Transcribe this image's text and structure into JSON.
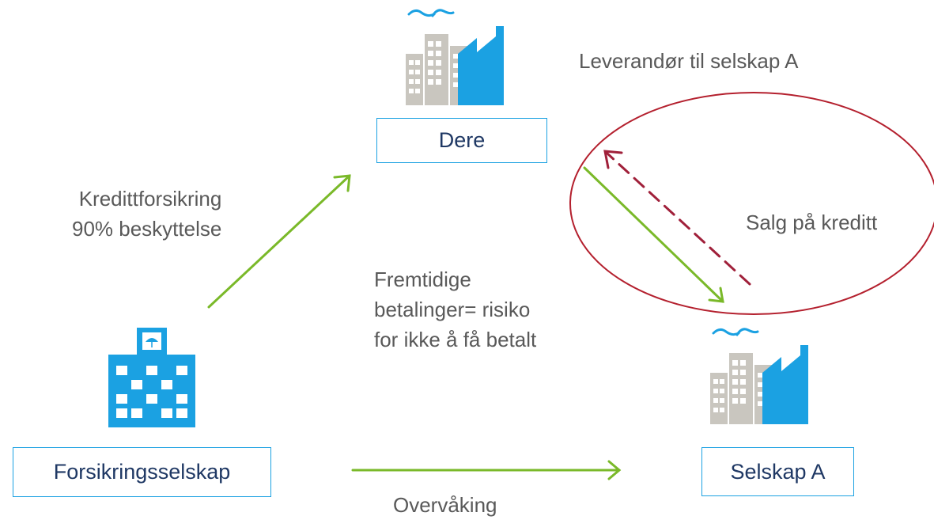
{
  "nodes": {
    "dere": "Dere",
    "insurer": "Forsikringsselskap",
    "company_a": "Selskap A"
  },
  "labels": {
    "supplier": "Leverandør til selskap A",
    "credit_insurance_line1": "Kredittforsikring",
    "credit_insurance_line2": "90% beskyttelse",
    "sale_on_credit": "Salg på kreditt",
    "future_line1": "Fremtidige",
    "future_line2": "betalinger= risiko",
    "future_line3": "for ikke å få betalt",
    "monitoring": "Overvåking"
  },
  "icons": {
    "dere": "factory-icon",
    "insurer": "insurance-building-icon",
    "company_a": "factory-icon"
  },
  "colors": {
    "box_border": "#1BA1E2",
    "box_text": "#1F3864",
    "label_text": "#595959",
    "arrow_green": "#7AB929",
    "arrow_dashed": "#A0203A",
    "ellipse": "#B4202E",
    "icon_blue": "#1BA1E2",
    "icon_grey": "#C9C6BF"
  }
}
